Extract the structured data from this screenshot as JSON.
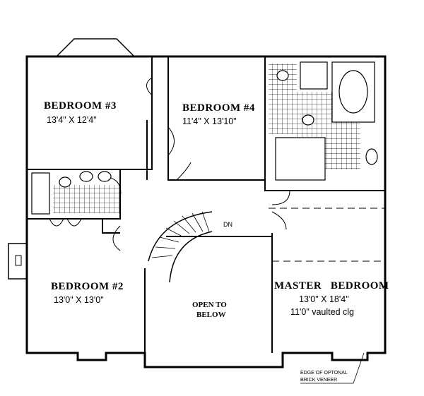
{
  "rooms": {
    "bedroom3": {
      "name": "BEDROOM #3",
      "size": "13'4\" X 12'4\""
    },
    "bedroom4": {
      "name": "BEDROOM #4",
      "size": "11'4\" X 13'10\""
    },
    "bedroom2": {
      "name": "BEDROOM #2",
      "size": "13'0\" X 13'0\""
    },
    "master": {
      "name": "MASTER   BEDROOM",
      "size": "13'0\" X 18'4\"",
      "ceiling": "11'0\" vaulted clg"
    },
    "open": {
      "line1": "OPEN TO",
      "line2": "BELOW"
    }
  },
  "stair_label": "DN",
  "note": {
    "line1": "EDGE OF OPTONAL",
    "line2": "BRICK VENEER"
  }
}
